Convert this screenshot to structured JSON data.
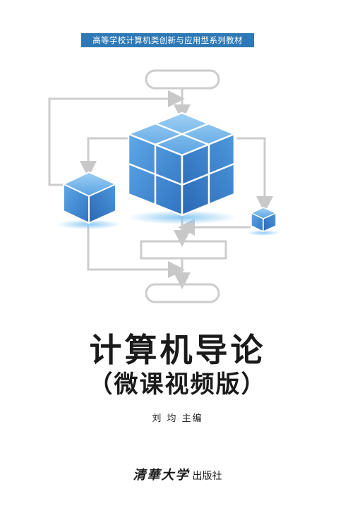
{
  "cover": {
    "series": "高等学校计算机类创新与应用型系列教材",
    "title": "计算机导论",
    "subtitle": "（微课视频版）",
    "editor": "刘 均 主编",
    "publisher_brand": "清華大学",
    "publisher_suffix": "出版社"
  },
  "colors": {
    "banner": "#2e79b5",
    "cube_light": "#8cc4f0",
    "cube_mid": "#4a93d8",
    "cube_dark": "#2a6fbf",
    "flow_line": "#cccccc"
  }
}
